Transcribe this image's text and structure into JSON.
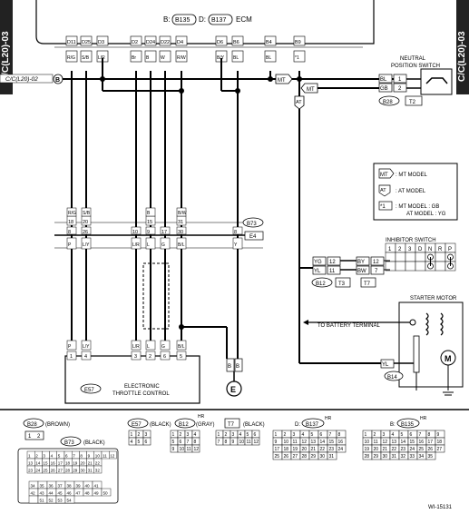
{
  "page": {
    "side_tab_left": "C/C(L20)-03",
    "side_tab_right": "C/C(L20)-03",
    "figure_id": "WI-15131"
  },
  "ecm": {
    "title_prefix": "B:",
    "b_connector": "B135",
    "d_label": "D:",
    "d_connector": "B137",
    "title_suffix": "ECM",
    "pins": [
      "D11",
      "D25",
      "D3",
      "D2",
      "D24",
      "D22",
      "D4",
      "D6",
      "B6",
      "B4",
      "B9"
    ],
    "pin_wire_colors": [
      "R/G",
      "S/B",
      "L/R",
      "Br",
      "B",
      "W",
      "R/W",
      "B/Y",
      "BL",
      "BL",
      "*1"
    ]
  },
  "left_ref": {
    "text": "C/C(L20)-02",
    "marker": "B"
  },
  "neutral_switch": {
    "title_line1": "NEUTRAL",
    "title_line2": "POSITION SWITCH",
    "wire_top": "BL",
    "pin_top": "1",
    "wire_bottom": "GB",
    "pin_bottom": "2",
    "conn_b": "B28",
    "conn_t": "T2",
    "mt_label": "MT",
    "mt_label2": "MT",
    "at_label": "AT"
  },
  "legend": {
    "mt_tag": "MT",
    "mt_text": ": MT MODEL",
    "at_tag": "AT",
    "at_text": ": AT MODEL",
    "star_tag": "*1",
    "star_text1": ": MT MODEL : GB",
    "star_text2": "AT MODEL : YG"
  },
  "b73": {
    "label": "B73",
    "e4": "E4",
    "pin_row_top": [
      "18",
      "20",
      "",
      "",
      "15",
      "",
      "31"
    ],
    "wire_row_top": [
      "R/G",
      "S/B",
      "",
      "",
      "B",
      "",
      "B/W"
    ],
    "pin_row_bottom": [
      "P",
      "L/Y",
      "",
      "L/R",
      "L",
      "G",
      "B/L",
      "Y"
    ],
    "num_row_bottom": [
      "8",
      "26",
      "",
      "10",
      "9",
      "17",
      "30",
      "8"
    ]
  },
  "inhibitor": {
    "title": "INHIBITOR SWITCH",
    "positions": [
      "1",
      "2",
      "3",
      "D",
      "N",
      "R",
      "P"
    ],
    "wire_a": "YG",
    "pin_a": "12",
    "wire_a2": "BY",
    "pin_a2": "12",
    "wire_b": "YL",
    "pin_b": "11",
    "wire_b2": "BW",
    "pin_b2": "7",
    "conn1": "B12",
    "conn2": "T3",
    "conn3": "T7"
  },
  "starter": {
    "title": "STARTER MOTOR",
    "to_battery": "TO BATTERY TERMINAL",
    "motor": "M",
    "wire": "YL",
    "conn": "B14"
  },
  "etc": {
    "conn": "E57",
    "title_line1": "ELECTRONIC",
    "title_line2": "THROTTLE CONTROL",
    "pins_top": [
      "P",
      "L/Y",
      "",
      "L/R",
      "L",
      "G",
      "B/L"
    ],
    "pins_num": [
      "1",
      "4",
      "",
      "3",
      "2",
      "6",
      "5"
    ]
  },
  "ground": {
    "label": "E",
    "wire1": "B",
    "wire2": "B"
  },
  "connectors": {
    "b28": {
      "name": "B28",
      "color": "(BROWN)",
      "pins": [
        "1",
        "2"
      ]
    },
    "b73": {
      "name": "B73",
      "color": "(BLACK)",
      "rows": [
        [
          "1",
          "2",
          "3",
          "4",
          "5",
          "6",
          "7",
          "8",
          "9",
          "10",
          "11",
          "12"
        ],
        [
          "13",
          "14",
          "15",
          "16",
          "17",
          "18",
          "19",
          "20",
          "21",
          "22"
        ],
        [
          "23",
          "24",
          "25",
          "26",
          "27",
          "28",
          "29",
          "30",
          "31",
          "32"
        ],
        [
          "33",
          "34",
          "35",
          "36",
          "37",
          "38",
          "39",
          "40",
          "41"
        ],
        [
          "42",
          "43",
          "44",
          "45",
          "46",
          "47",
          "48",
          "49"
        ]
      ],
      "rows2": [
        [
          "34",
          "35",
          "36",
          "37",
          "38",
          "39",
          "40",
          "41"
        ],
        [
          "42",
          "43",
          "44",
          "45",
          "46",
          "47",
          "48",
          "49",
          "50"
        ],
        [
          "",
          "51",
          "52",
          "53",
          "54"
        ]
      ]
    },
    "e57": {
      "name": "E57",
      "color": "(BLACK)",
      "pins": [
        "1",
        "2",
        "3",
        "4",
        "5",
        "6"
      ]
    },
    "b12": {
      "name": "B12",
      "color": "(GRAY)",
      "hr": "HR",
      "pins": [
        "1",
        "2",
        "3",
        "4",
        "5",
        "6",
        "7",
        "8",
        "9",
        "10",
        "11",
        "12"
      ]
    },
    "t7": {
      "name": "T7",
      "color": "(BLACK)",
      "pins": [
        "1",
        "2",
        "3",
        "4",
        "5",
        "6",
        "7",
        "8",
        "9",
        "10",
        "11",
        "12"
      ]
    },
    "b137": {
      "prefix": "D:",
      "name": "B137",
      "hr": "HR",
      "pins": [
        "1",
        "2",
        "3",
        "4",
        "5",
        "6",
        "7",
        "8",
        "9",
        "10",
        "11",
        "12",
        "13",
        "14",
        "15",
        "16",
        "17",
        "18",
        "19",
        "20",
        "21",
        "22",
        "23",
        "24",
        "25",
        "26",
        "27",
        "28",
        "29",
        "30",
        "31"
      ]
    },
    "b135": {
      "prefix": "B:",
      "name": "B135",
      "hr": "HR",
      "pins": [
        "1",
        "2",
        "3",
        "4",
        "5",
        "6",
        "7",
        "8",
        "9",
        "10",
        "11",
        "12",
        "13",
        "14",
        "15",
        "16",
        "17",
        "18",
        "19",
        "20",
        "21",
        "22",
        "23",
        "24",
        "25",
        "26",
        "27",
        "28",
        "29",
        "30",
        "31",
        "32",
        "33",
        "34",
        "35"
      ]
    }
  }
}
